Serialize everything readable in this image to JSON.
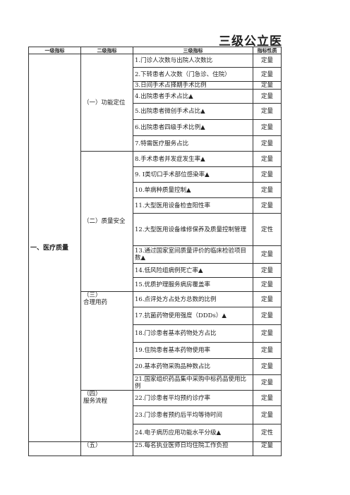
{
  "title": "三级公立医",
  "headers": [
    "一级指标",
    "二级指标",
    "三级指标",
    "指标性质"
  ],
  "level1": {
    "medical_quality": "一、医疗质量"
  },
  "level2": {
    "function": "（一）功能定位",
    "safety": "（二）质量安全",
    "drug": "（三）\n合理用药",
    "service": "（四）\n服务流程",
    "next": "（五）"
  },
  "rows": [
    {
      "indicator": "1.门诊人次数与出院人次数比",
      "nature": "定量"
    },
    {
      "indicator": "2.下转患者人次数（门急诊、住院）",
      "nature": "定量"
    },
    {
      "indicator": "3.日间手术占择期手术比例",
      "nature": "定量"
    },
    {
      "indicator": "4.出院患者手术占比▲",
      "nature": "定量"
    },
    {
      "indicator": "5.出院患者微创手术占比▲",
      "nature": "定量"
    },
    {
      "indicator": "6.出院患者四级手术比例▲",
      "nature": "定量"
    },
    {
      "indicator": "7.特需医疗服务占比",
      "nature": "定量"
    },
    {
      "indicator": "8.手术患者并发症发生率▲",
      "nature": "定量"
    },
    {
      "indicator": "9. I类切口手术部位感染率▲",
      "nature": "定量"
    },
    {
      "indicator": "10.单病种质量控制▲",
      "nature": "定量"
    },
    {
      "indicator": "11.大型医用设备检查阳性率",
      "nature": "定量"
    },
    {
      "indicator": "12.大型医用设备维修保养及质量控制管理",
      "nature": "定性"
    },
    {
      "indicator": "13.通过国家室间质量评价的临床检验项目数▲",
      "nature": "定量"
    },
    {
      "indicator": "14.低风险组病例死亡率▲",
      "nature": "定量"
    },
    {
      "indicator": "15.优质护理服务病房覆盖率",
      "nature": "定量"
    },
    {
      "indicator": "16.点评处方占处方总数的比例",
      "nature": "定量"
    },
    {
      "indicator": "17.抗菌药物使用强度（DDDs）▲",
      "nature": "定量"
    },
    {
      "indicator": "18.门诊患者基本药物处方占比",
      "nature": "定量"
    },
    {
      "indicator": "19.住院患者基本药物使用率",
      "nature": "定量"
    },
    {
      "indicator": "20.基本药物采购品种数占比",
      "nature": "定量"
    },
    {
      "indicator": "21.国家组织药品集中采购中标药品使用比例",
      "nature": "定量"
    },
    {
      "indicator": "22.门诊患者平均预约诊疗率",
      "nature": "定量"
    },
    {
      "indicator": "23.门诊患者预约后平均等待时间",
      "nature": "定量"
    },
    {
      "indicator": "24.电子病历应用功能水平分级▲",
      "nature": "定性"
    },
    {
      "indicator": "25.每名执业医师日均住院工作负担",
      "nature": "定量"
    }
  ]
}
